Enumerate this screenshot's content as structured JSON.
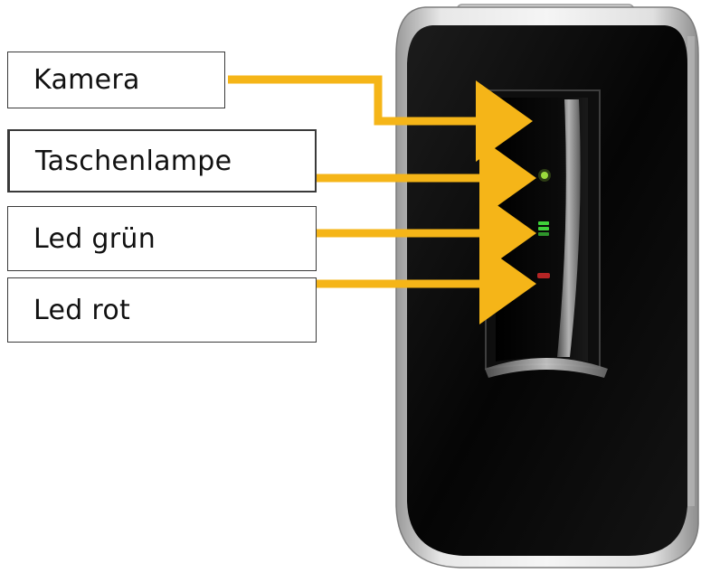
{
  "labels": {
    "camera": "Kamera",
    "flashlight": "Taschenlampe",
    "led_green": "Led grün",
    "led_red": "Led rot"
  },
  "colors": {
    "arrow": "#f5b518",
    "phone_body": "#0a0a0a",
    "phone_bezel": "#c8c8c8",
    "led_green": "#3fd13a",
    "led_red": "#d42a2a",
    "flashlight_dot": "#9bdc3c"
  }
}
